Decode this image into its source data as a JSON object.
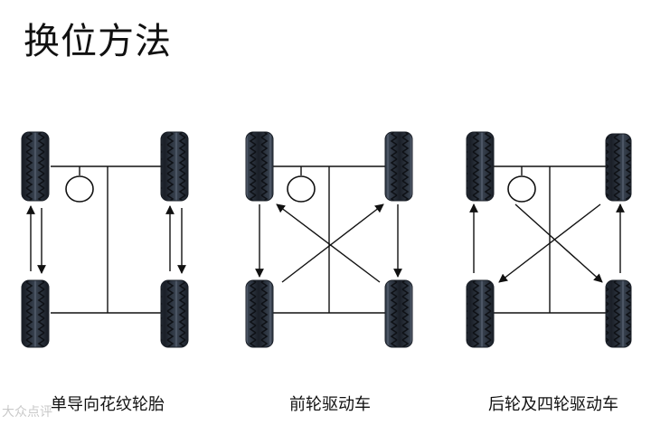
{
  "title": "换位方法",
  "patterns": [
    {
      "caption": "单导向花纹轮胎"
    },
    {
      "caption": "前轮驱动车"
    },
    {
      "caption": "后轮及四轮驱动车"
    }
  ],
  "watermark": "大众点评",
  "colors": {
    "tire_body": "#2c3440",
    "tire_edge": "#1a1f27",
    "tire_tread": "#0e1116",
    "tire_highlight": "#aab2c0",
    "chassis_line": "#111111"
  }
}
